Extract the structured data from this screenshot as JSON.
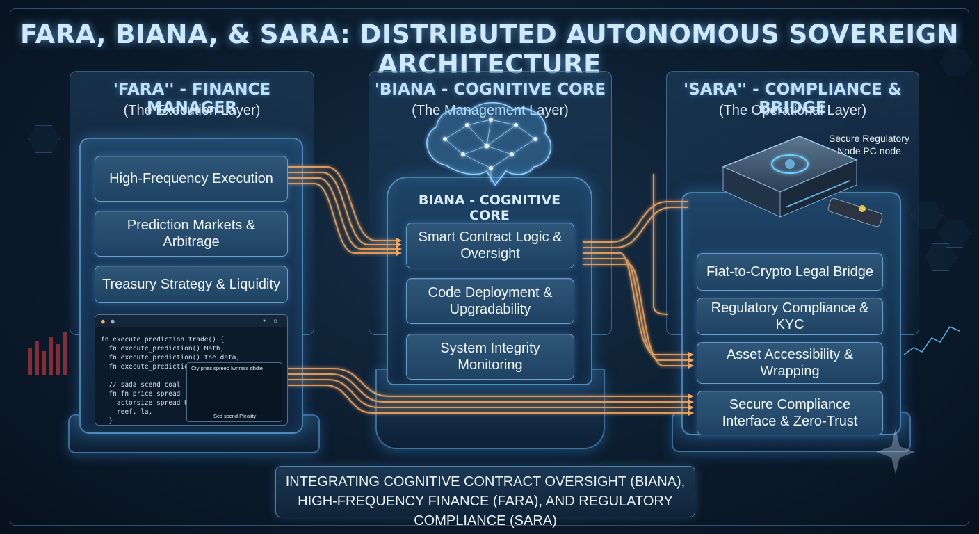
{
  "title": "FARA, BIANA, & SARA: DISTRIBUTED AUTONOMOUS SOVEREIGN ARCHITECTURE",
  "fara": {
    "title": "'FARA'' - FINANCE MANAGER",
    "subtitle": "(The Execution Layer)",
    "items": [
      "High-Frequency Execution",
      "Prediction Markets & Arbitrage",
      "Treasury Strategy & Liquidity"
    ],
    "code": {
      "lines": [
        "fn execute_prediction_trade() {",
        "  fn execute_prediction() Math,",
        "  fn execute_prediction() the data,",
        "  fn execute_prediction() pris tipe,",
        "",
        "  // sada scend coal",
        "  fn fn price spread |{",
        "    actorsize spread U,",
        "    reef. la,",
        "  }",
        "}"
      ],
      "chart_title": "Cry pries spreed lwnress dhdie",
      "chart_caption": "Scd scend Pleality"
    }
  },
  "biana": {
    "title": "'BIANA - COGNITIVE CORE",
    "subtitle": "(The Management Layer)",
    "core_label": "BIANA - COGNITIVE CORE",
    "items": [
      "Smart Contract Logic & Oversight",
      "Code Deployment & Upgradability",
      "System Integrity Monitoring"
    ]
  },
  "sara": {
    "title": "'SARA'' - COMPLIANCE & BRIDGE",
    "subtitle": "(The Operational Layer)",
    "node_label": "Secure Regulatory Node PC node",
    "items": [
      "Fiat-to-Crypto Legal Bridge",
      "Regulatory Compliance & KYC",
      "Asset Accessibility & Wrapping",
      "Secure Compliance Interface & Zero-Trust"
    ]
  },
  "footer": "INTEGRATING COGNITIVE CONTRACT OVERSIGHT (BIANA), HIGH-FREQUENCY FINANCE (FARA), AND REGULATORY COMPLIANCE (SARA)",
  "colors": {
    "accent": "#7cc4ff",
    "connector": "#f2a65e",
    "background": "#0c1c2e"
  }
}
